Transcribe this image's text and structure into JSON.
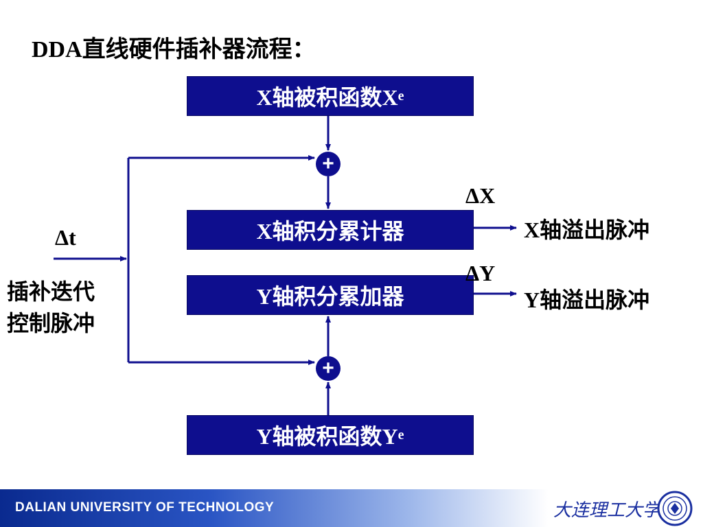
{
  "title": "DDA直线硬件插补器流程：",
  "boxes": {
    "x_function_main": "X轴被积函数X",
    "x_function_sub": "e",
    "x_accumulator": "X轴积分累计器",
    "y_accumulator": "Y轴积分累加器",
    "y_function_main": "Y轴被积函数Y",
    "y_function_sub": "e"
  },
  "adders": {
    "x": "+",
    "y": "+"
  },
  "labels": {
    "delta_t": "Δt",
    "control_line1": "插补迭代",
    "control_line2": "控制脉冲",
    "delta_x": "ΔX",
    "delta_y": "ΔY",
    "x_overflow": "X轴溢出脉冲",
    "y_overflow": "Y轴溢出脉冲"
  },
  "footer": {
    "university": "DALIAN UNIVERSITY OF TECHNOLOGY",
    "chinese_name": "大连理工大学"
  },
  "colors": {
    "box_fill": "#0e0e8e",
    "line": "#0e0e8e",
    "footer_blue": "#0a2a8f"
  },
  "icons": {
    "seal": "university-seal-icon"
  }
}
